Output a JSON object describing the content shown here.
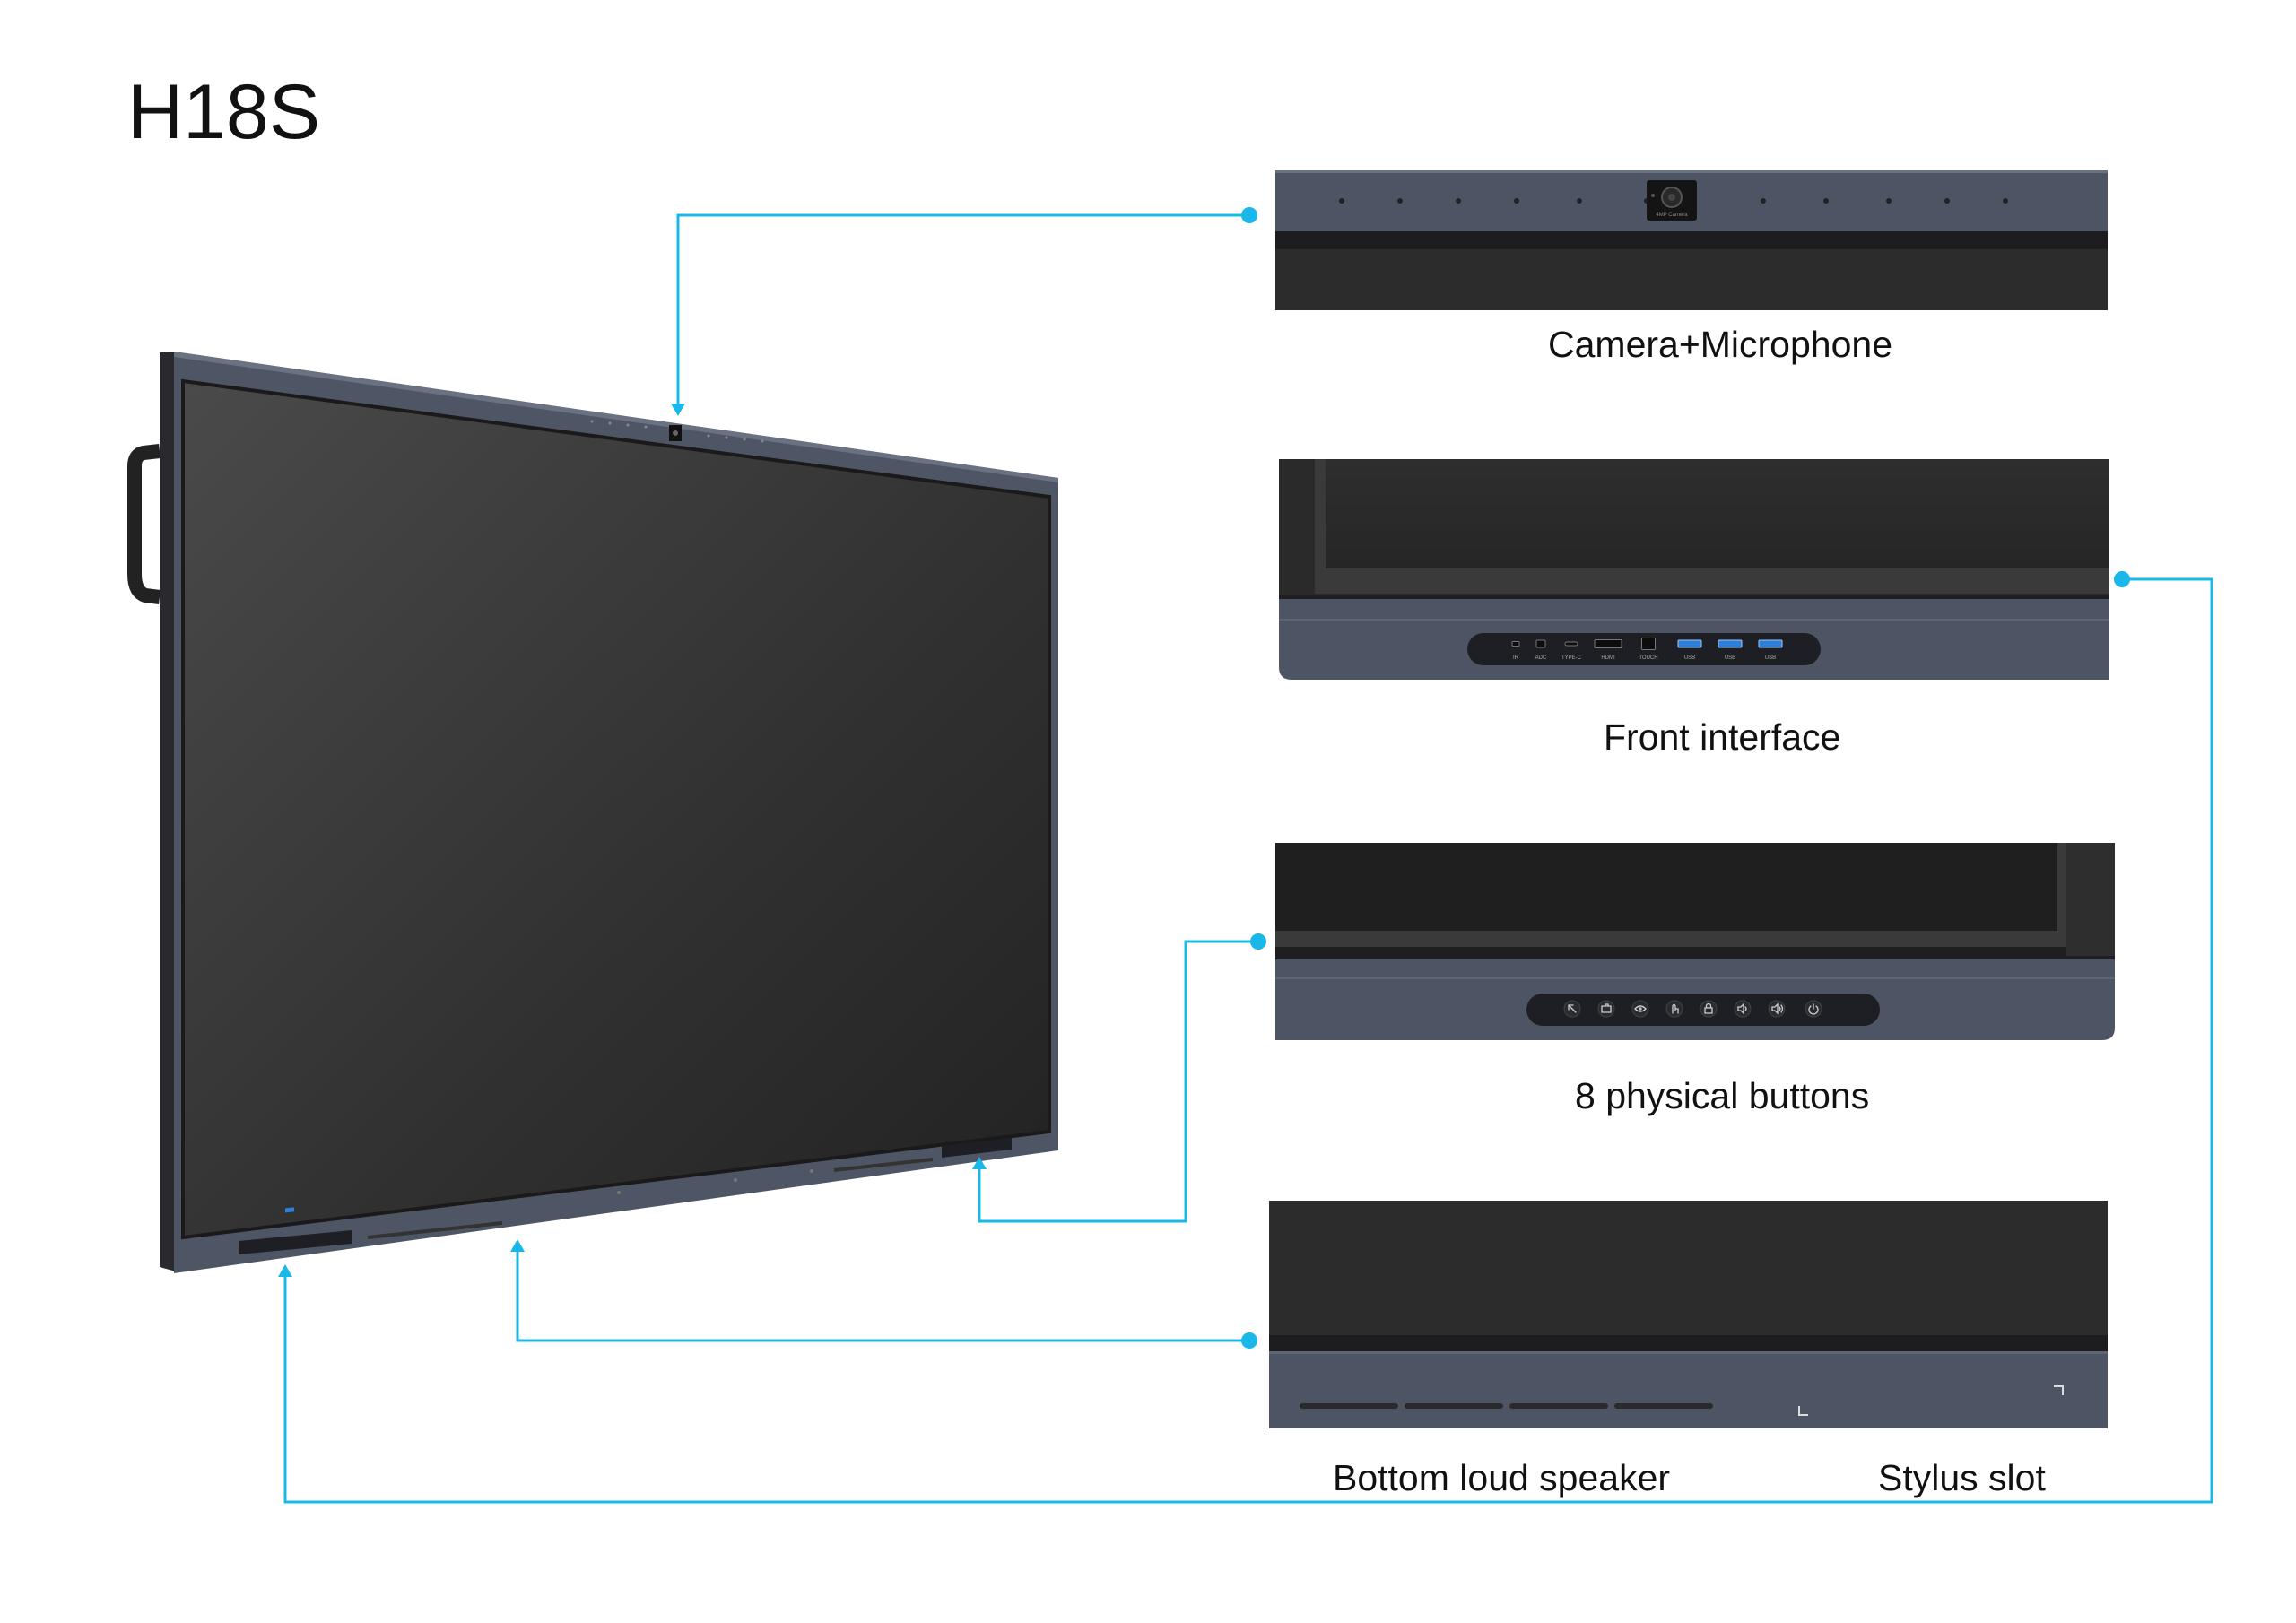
{
  "title": "H18S",
  "captions": {
    "camera": "Camera+Microphone",
    "front_interface": "Front interface",
    "buttons": "8 physical buttons",
    "speaker": "Bottom loud speaker",
    "stylus": "Stylus slot"
  },
  "front_ports": [
    "IR",
    "ADC",
    "TYPE-C",
    "HDMI",
    "TOUCH",
    "USB",
    "USB",
    "USB"
  ],
  "camera_label": "4MP Camera",
  "colors": {
    "accent": "#1ab8e8",
    "bezel": "#4d5564",
    "panel": "#2b2b2b",
    "usb_blue": "#2f7fd9"
  }
}
